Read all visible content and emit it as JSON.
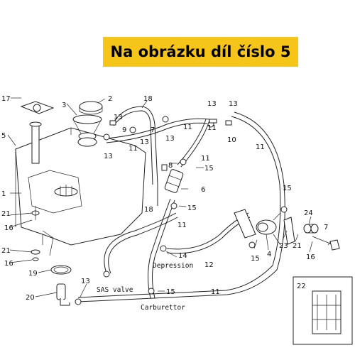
{
  "header": {
    "banner_text": "Na obrázku díl číslo 5",
    "banner_color": "#f6c51a"
  },
  "labels": [
    {
      "id": "l17",
      "text": "17"
    },
    {
      "id": "l2",
      "text": "2"
    },
    {
      "id": "l18a",
      "text": "18"
    },
    {
      "id": "l3",
      "text": "3"
    },
    {
      "id": "l9",
      "text": "9"
    },
    {
      "id": "l13a",
      "text": "13"
    },
    {
      "id": "l13b",
      "text": "13"
    },
    {
      "id": "l5",
      "text": "5"
    },
    {
      "id": "l7",
      "text": "7"
    },
    {
      "id": "l13c",
      "text": "13"
    },
    {
      "id": "l11a",
      "text": "11"
    },
    {
      "id": "l13d",
      "text": "13"
    },
    {
      "id": "l11b",
      "text": "11"
    },
    {
      "id": "l11c",
      "text": "11"
    },
    {
      "id": "l13e",
      "text": "13"
    },
    {
      "id": "l10",
      "text": "10"
    },
    {
      "id": "l11d",
      "text": "11"
    },
    {
      "id": "l13f",
      "text": "13"
    },
    {
      "id": "l11e",
      "text": "11"
    },
    {
      "id": "l15a",
      "text": "15"
    },
    {
      "id": "l8",
      "text": "8"
    },
    {
      "id": "l6",
      "text": "6"
    },
    {
      "id": "l1",
      "text": "1"
    },
    {
      "id": "l18b",
      "text": "18"
    },
    {
      "id": "l15b",
      "text": "15"
    },
    {
      "id": "l15c",
      "text": "15"
    },
    {
      "id": "l21a",
      "text": "21"
    },
    {
      "id": "l16a",
      "text": "16"
    },
    {
      "id": "l24",
      "text": "24"
    },
    {
      "id": "l7b",
      "text": "7"
    },
    {
      "id": "l11f",
      "text": "11"
    },
    {
      "id": "l21b",
      "text": "21"
    },
    {
      "id": "l23",
      "text": "23"
    },
    {
      "id": "l4",
      "text": "4"
    },
    {
      "id": "l21c",
      "text": "21"
    },
    {
      "id": "l16b",
      "text": "16"
    },
    {
      "id": "l14",
      "text": "14"
    },
    {
      "id": "l12",
      "text": "12"
    },
    {
      "id": "l15d",
      "text": "15"
    },
    {
      "id": "l16c",
      "text": "16"
    },
    {
      "id": "l19",
      "text": "19"
    },
    {
      "id": "l13g",
      "text": "13"
    },
    {
      "id": "l20",
      "text": "20"
    },
    {
      "id": "l15e",
      "text": "15"
    },
    {
      "id": "l11g",
      "text": "11"
    },
    {
      "id": "l22",
      "text": "22"
    }
  ],
  "notes": {
    "depression": "Depression",
    "sas_valve": "SAS valve",
    "carburettor": "Carburettor"
  }
}
